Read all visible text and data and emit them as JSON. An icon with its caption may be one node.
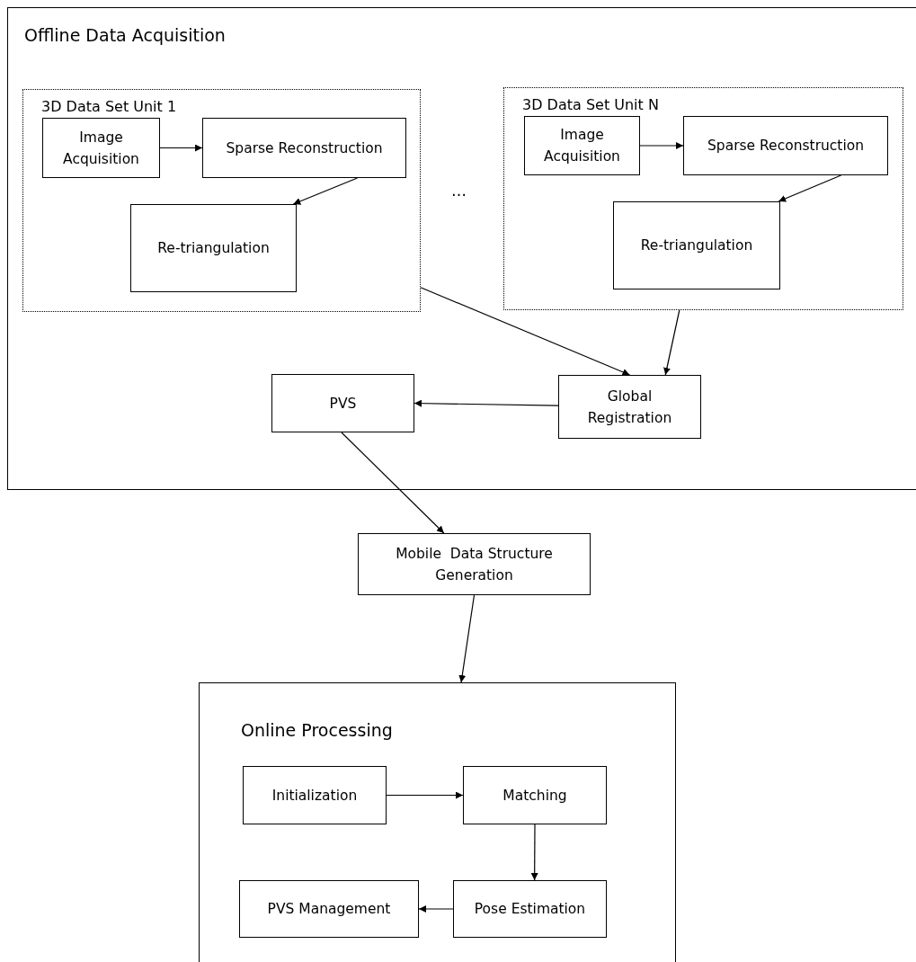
{
  "diagram": {
    "nodes": [
      {
        "text": [
          "Offline Data Acquisition"
        ]
      },
      {
        "text": [
          "3D Data Set Unit 1"
        ],
        "in": 0
      },
      {
        "text": [
          "Image Acquisition"
        ],
        "in": 1
      },
      {
        "text": [
          "Sparse Reconstruction"
        ],
        "in": 1
      },
      {
        "text": [
          "Re-triangulation"
        ],
        "in": 1
      },
      {
        "text": [
          "3D Data Set Unit N"
        ],
        "in": 0
      },
      {
        "text": [
          "Image Acquisition"
        ],
        "in": 5
      },
      {
        "text": [
          "Sparse Reconstruction"
        ],
        "in": 5
      },
      {
        "text": [
          "Re-triangulation"
        ],
        "in": 5
      },
      {
        "text": [
          "PVS"
        ],
        "in": 0
      },
      {
        "text": [
          "Global Registration"
        ],
        "in": 0
      },
      {
        "text": [
          "Mobile  Data Structure Generation"
        ]
      },
      {
        "text": [
          "Online Processing"
        ]
      },
      {
        "text": [
          "Initialization"
        ],
        "in": 12
      },
      {
        "text": [
          "Matching"
        ],
        "in": 12
      },
      {
        "text": [
          "Pose Estimation"
        ],
        "in": 12
      },
      {
        "text": [
          "PVS Management"
        ],
        "in": 12
      }
    ],
    "edges": [
      {
        "from": 2,
        "to": 3,
        "arrow": "to"
      },
      {
        "from": 3,
        "to": 4,
        "arrow": "to"
      },
      {
        "from": 6,
        "to": 7,
        "arrow": "to"
      },
      {
        "from": 7,
        "to": 8,
        "arrow": "to"
      },
      {
        "from": 1,
        "to": 10,
        "arrow": "to"
      },
      {
        "from": 5,
        "to": 10,
        "arrow": "to"
      },
      {
        "from": 10,
        "to": 9,
        "arrow": "to"
      },
      {
        "from": 9,
        "to": 11,
        "arrow": "to"
      },
      {
        "from": 11,
        "to": 12,
        "arrow": "to"
      },
      {
        "from": 13,
        "to": 14,
        "arrow": "to"
      },
      {
        "from": 14,
        "to": 15,
        "arrow": "to"
      },
      {
        "from": 15,
        "to": 16,
        "arrow": "to"
      }
    ],
    "labels": [
      "…"
    ]
  }
}
